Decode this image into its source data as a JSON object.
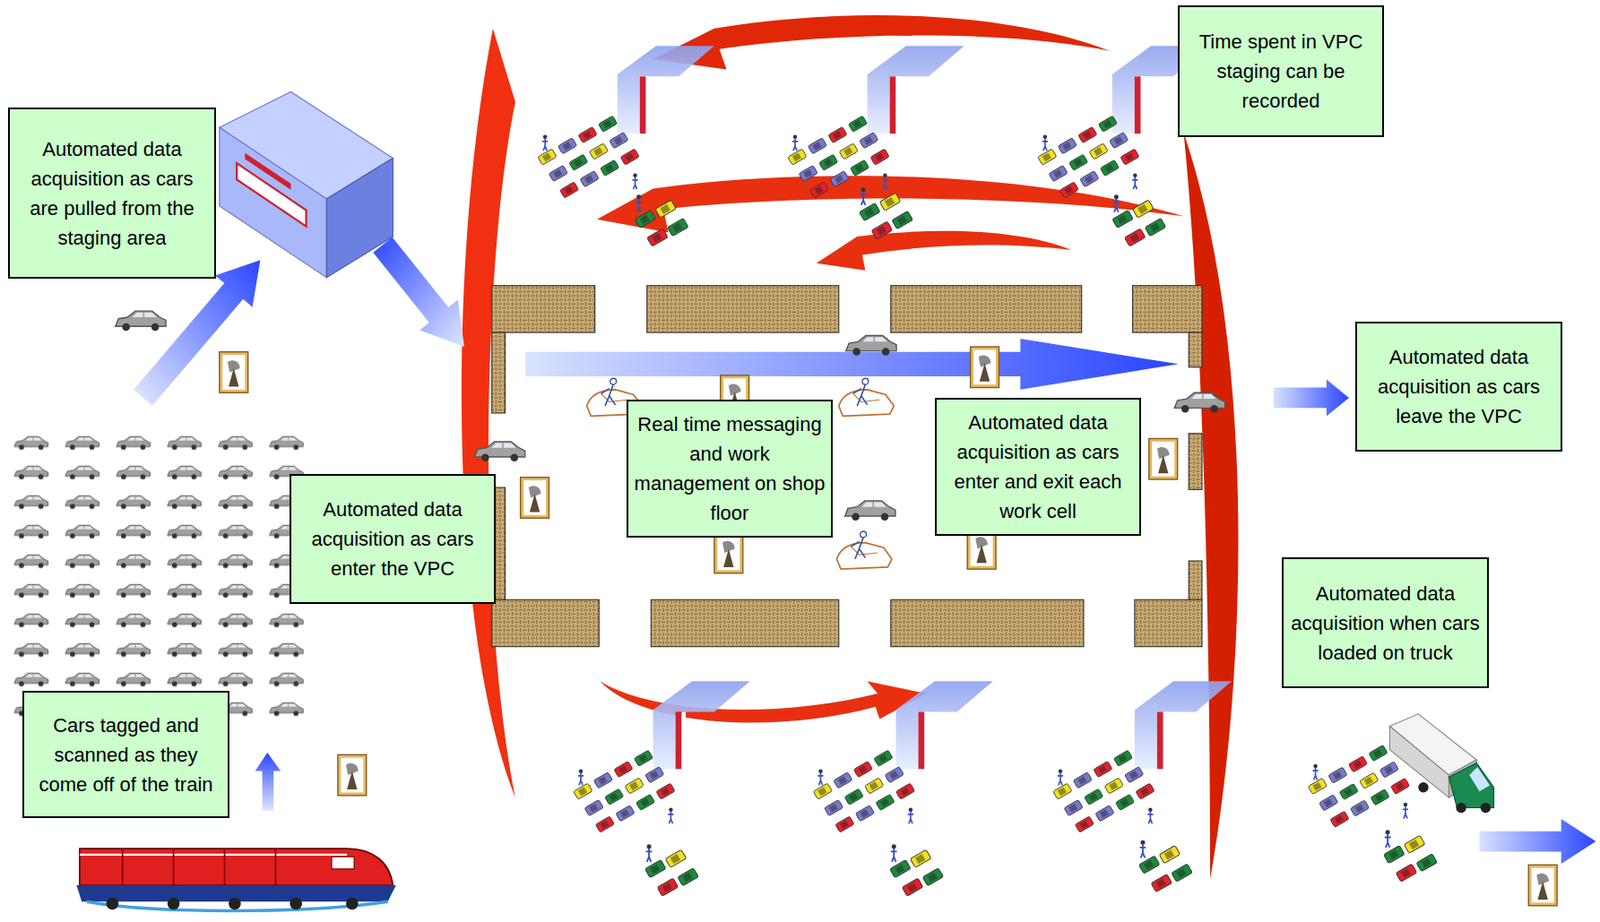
{
  "diagram": {
    "nodes": [
      {
        "text": [
          "Automated data acquisition as cars are pulled from the staging area"
        ]
      },
      {
        "text": [
          "Time spent in VPC staging can be recorded"
        ]
      },
      {
        "text": [
          "Real time messaging and work management on shop floor"
        ]
      },
      {
        "text": [
          "Automated data acquisition as cars enter and exit each work cell"
        ]
      },
      {
        "text": [
          "Automated data acquisition as cars leave the VPC"
        ]
      },
      {
        "text": [
          "Automated data acquisition as cars enter the VPC"
        ]
      },
      {
        "text": [
          "Automated data acquisition when cars loaded on truck"
        ]
      },
      {
        "text": [
          "Cars tagged and scanned as they come off of the train"
        ]
      }
    ]
  }
}
